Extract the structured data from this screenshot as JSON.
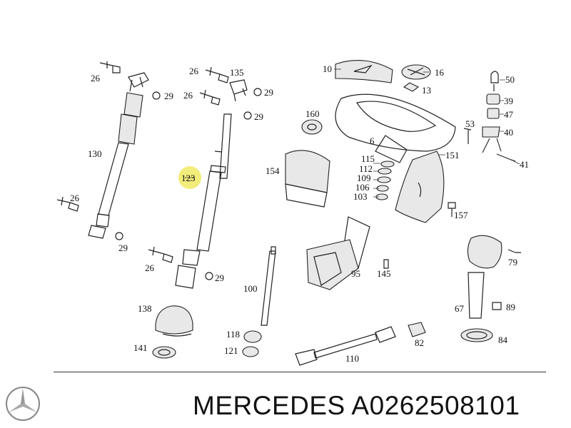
{
  "labels": {
    "l26a": "26",
    "l29a": "29",
    "l130": "130",
    "l26b": "26",
    "l29b": "29",
    "l26c": "26",
    "l135": "135",
    "l26d": "26",
    "l29c": "29",
    "l29d": "29",
    "l123": "123",
    "l26e": "26",
    "l29e": "29",
    "l138": "138",
    "l141": "141",
    "l10": "10",
    "l16": "16",
    "l13": "13",
    "l160": "160",
    "l6": "6",
    "l154": "154",
    "l115": "115",
    "l112": "112",
    "l109": "109",
    "l106": "106",
    "l103": "103",
    "l151": "151",
    "l157": "157",
    "l50": "50",
    "l39": "39",
    "l47": "47",
    "l53": "53",
    "l40": "40",
    "l41": "41",
    "l95": "95",
    "l145": "145",
    "l100": "100",
    "l118": "118",
    "l121": "121",
    "l110": "110",
    "l82": "82",
    "l79": "79",
    "l67": "67",
    "l89": "89",
    "l84": "84"
  },
  "highlight_color": "#f2ec7a",
  "footer": {
    "brand_text": "MERCEDES A0262508101",
    "logo_icon": "mercedes-star-logo"
  }
}
